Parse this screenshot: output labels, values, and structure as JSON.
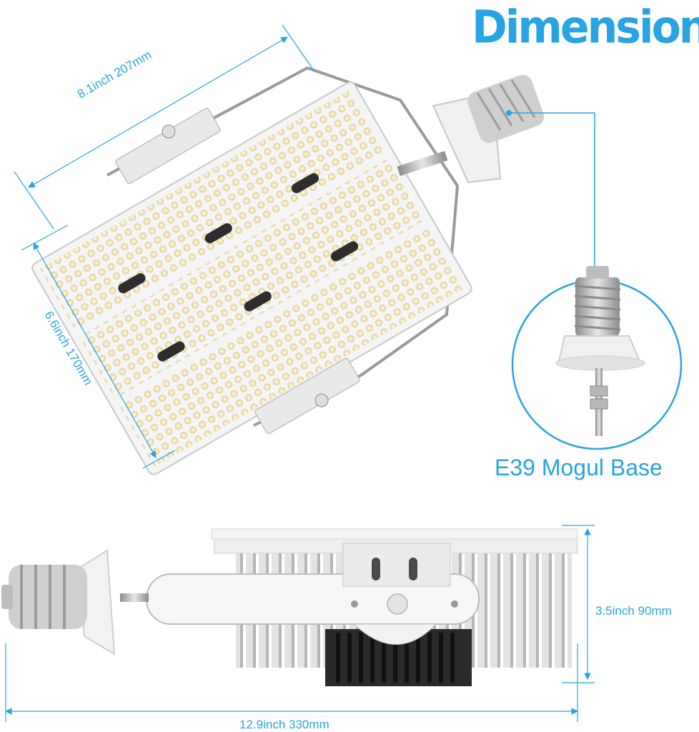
{
  "title": "Dimension",
  "caption": "E39 Mogul Base",
  "dimensions": {
    "width_label": "8.1inch 207mm",
    "height_label": "6.6inch 170mm",
    "depth_label": "3.5inch 90mm",
    "length_label": "12.9inch 330mm"
  },
  "colors": {
    "accent": "#29a3e3",
    "panel": "#f3f3f3",
    "led": "#f4e6b8",
    "metal": "#bdbdbd"
  }
}
